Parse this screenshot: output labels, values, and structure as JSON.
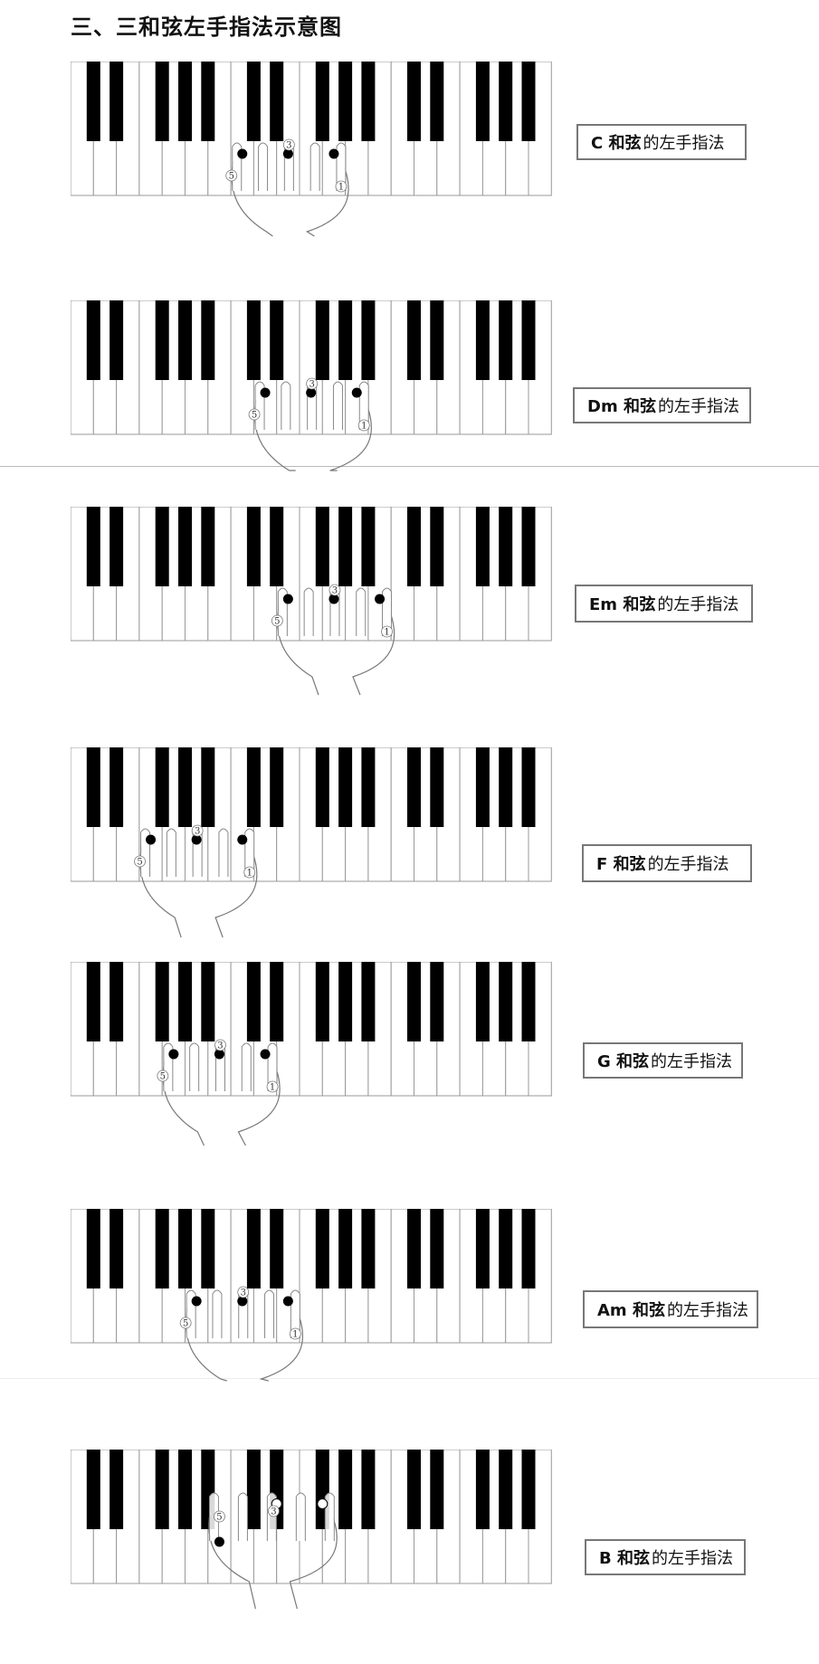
{
  "page": {
    "title": "三、三和弦左手指法示意图"
  },
  "diagrams": [
    {
      "chord": "C",
      "label_bold": "C 和弦",
      "label_rest": "的左手指法",
      "dots": [
        [
          "c",
          3
        ],
        [
          "e",
          3
        ],
        [
          "g",
          3
        ]
      ],
      "hand": {
        "start": "c",
        "end": "g"
      },
      "fingers": [
        "5",
        "3",
        "1"
      ]
    },
    {
      "chord": "Dm",
      "label_bold": "Dm 和弦",
      "label_rest": "的左手指法",
      "dots": [
        [
          "d",
          3
        ],
        [
          "f",
          3
        ],
        [
          "a",
          3
        ]
      ],
      "hand": {
        "start": "d",
        "end": "a"
      },
      "fingers": [
        "5",
        "3",
        "1"
      ]
    },
    {
      "chord": "Em",
      "label_bold": "Em 和弦",
      "label_rest": "的左手指法",
      "dots": [
        [
          "e",
          3
        ],
        [
          "g",
          3
        ],
        [
          "b",
          3
        ]
      ],
      "hand": {
        "start": "e",
        "end": "b"
      },
      "fingers": [
        "5",
        "3",
        "1"
      ]
    },
    {
      "chord": "F",
      "label_bold": "F 和弦",
      "label_rest": "的左手指法",
      "dots": [
        [
          "f",
          2
        ],
        [
          "a",
          2
        ],
        [
          "c",
          3
        ]
      ],
      "hand": {
        "start": "f",
        "end": "c"
      },
      "fingers": [
        "5",
        "3",
        "1"
      ]
    },
    {
      "chord": "G",
      "label_bold": "G 和弦",
      "label_rest": "的左手指法",
      "dots": [
        [
          "g",
          2
        ],
        [
          "b",
          2
        ],
        [
          "d",
          3
        ]
      ],
      "hand": {
        "start": "g",
        "end": "d"
      },
      "fingers": [
        "5",
        "3",
        "1"
      ]
    },
    {
      "chord": "Am",
      "label_bold": "Am 和弦",
      "label_rest": "的左手指法",
      "dots": [
        [
          "a",
          2
        ],
        [
          "c",
          3
        ],
        [
          "e",
          3
        ]
      ],
      "hand": {
        "start": "a",
        "end": "e"
      },
      "fingers": [
        "5",
        "3",
        "1"
      ]
    },
    {
      "chord": "B",
      "label_bold": "B 和弦",
      "label_rest": "的左手指法",
      "dots": [
        [
          "b",
          2
        ],
        [
          "d#",
          3
        ],
        [
          "f#",
          3
        ]
      ],
      "hand": {
        "start": "b",
        "end": "f#"
      },
      "fingers": [
        "5",
        "3"
      ]
    }
  ]
}
